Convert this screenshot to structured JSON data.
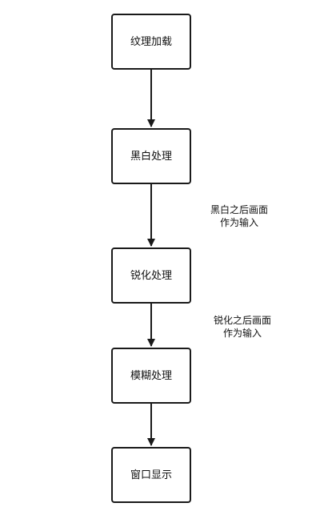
{
  "flow": {
    "steps": [
      {
        "label": "纹理加载"
      },
      {
        "label": "黑白处理"
      },
      {
        "label": "锐化处理"
      },
      {
        "label": "模糊处理"
      },
      {
        "label": "窗口显示"
      }
    ],
    "notes": [
      {
        "line1": "黑白之后画面",
        "line2": "作为输入"
      },
      {
        "line1": "锐化之后画面",
        "line2": "作为输入"
      }
    ]
  },
  "colors": {
    "stroke": "#1a1a1a",
    "text": "#111111",
    "background": "#ffffff"
  }
}
